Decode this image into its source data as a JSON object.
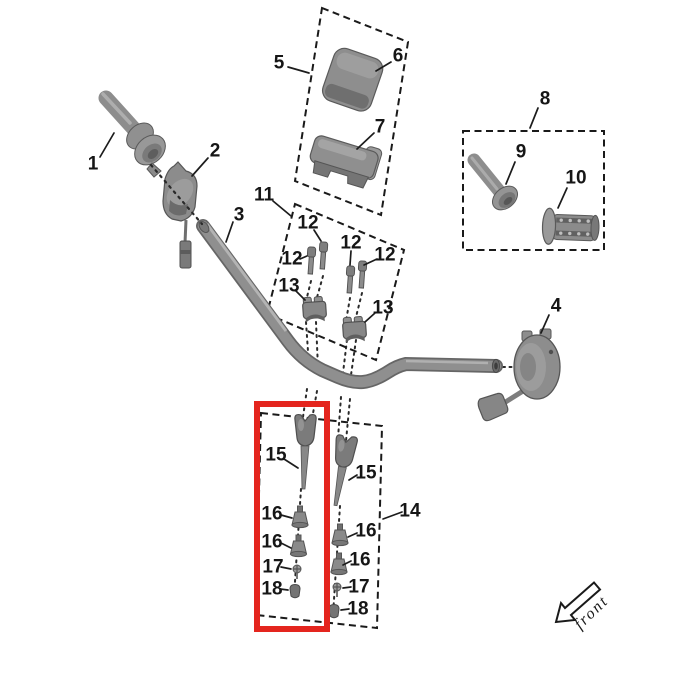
{
  "diagram": {
    "kind": "exploded parts diagram",
    "highlight": {
      "color": "#e4251e"
    },
    "front_arrow": {
      "label": "front"
    },
    "labels": [
      {
        "text": "1"
      },
      {
        "text": "2"
      },
      {
        "text": "3"
      },
      {
        "text": "4"
      },
      {
        "text": "5"
      },
      {
        "text": "6"
      },
      {
        "text": "7"
      },
      {
        "text": "8"
      },
      {
        "text": "9"
      },
      {
        "text": "10"
      },
      {
        "text": "11"
      },
      {
        "text": "12"
      },
      {
        "text": "12"
      },
      {
        "text": "12"
      },
      {
        "text": "12"
      },
      {
        "text": "13"
      },
      {
        "text": "13"
      },
      {
        "text": "14"
      },
      {
        "text": "15"
      },
      {
        "text": "15"
      },
      {
        "text": "16"
      },
      {
        "text": "16"
      },
      {
        "text": "17"
      },
      {
        "text": "18"
      },
      {
        "text": "16"
      },
      {
        "text": "16"
      },
      {
        "text": "17"
      },
      {
        "text": "18"
      }
    ]
  }
}
